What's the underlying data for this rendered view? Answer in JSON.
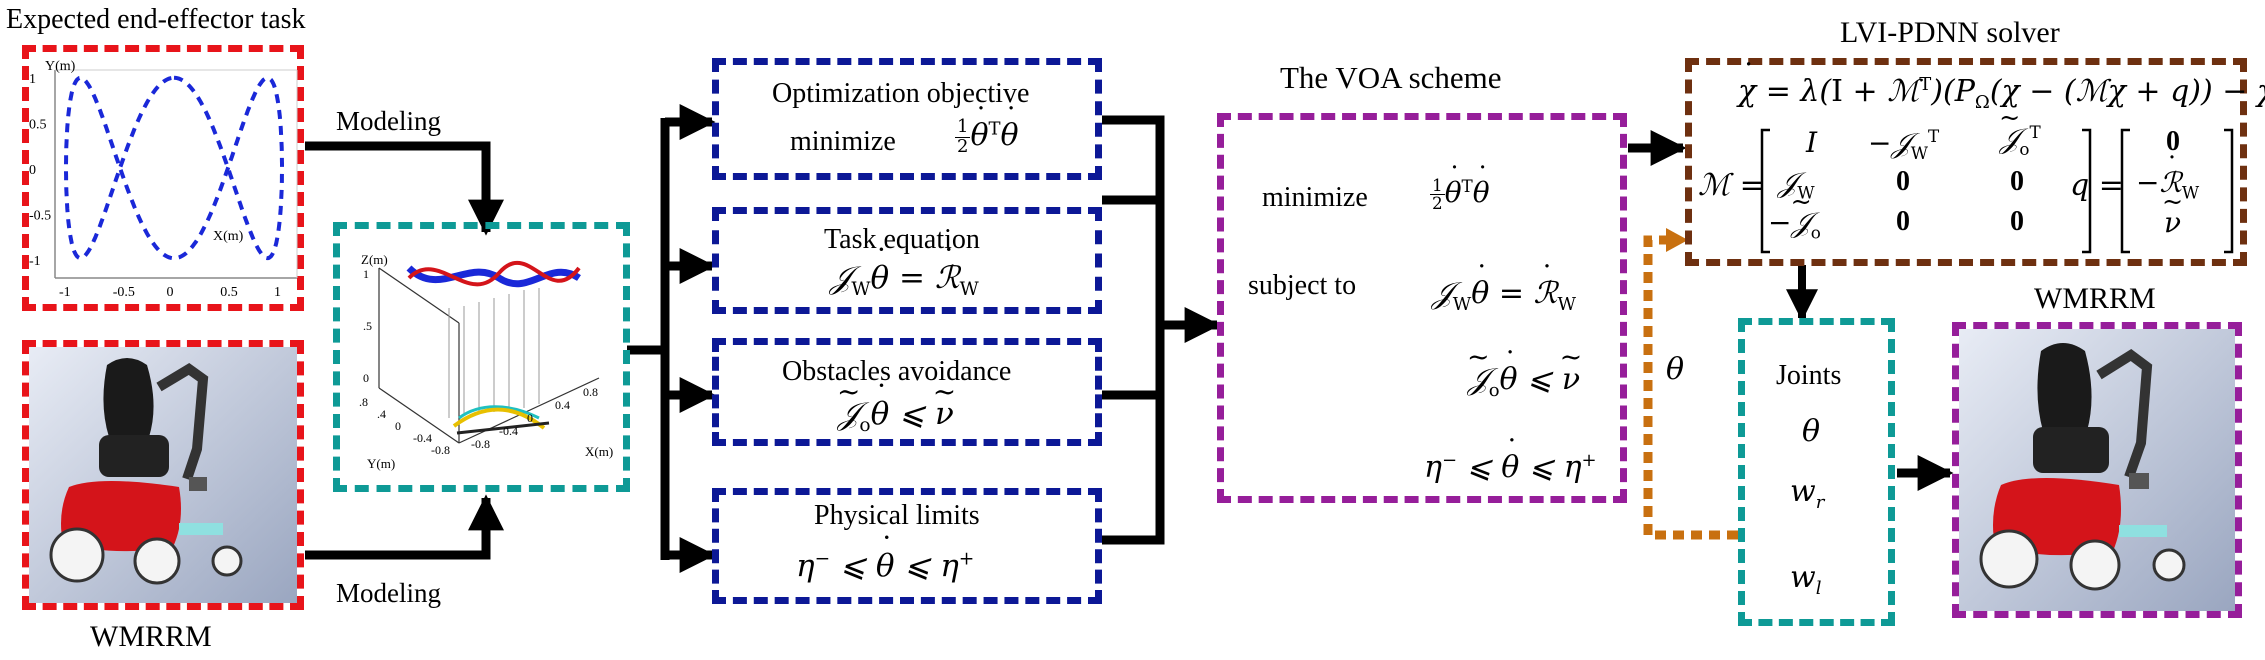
{
  "titles": {
    "expected_task": "Expected end-effector task",
    "voa_scheme": "The VOA scheme",
    "solver": "LVI-PDNN solver",
    "wmrrm_left": "WMRRM",
    "wmrrm_right": "WMRRM"
  },
  "arrows": {
    "modeling_top": "Modeling",
    "modeling_bottom": "Modeling",
    "theta_feedback": "θ"
  },
  "objectives": {
    "optimization": {
      "title": "Optimization objective",
      "prefix": "minimize"
    },
    "task": {
      "title": "Task equation"
    },
    "obstacles": {
      "title": "Obstacles avoidance"
    },
    "limits": {
      "title": "Physical limits"
    }
  },
  "voa": {
    "minimize": "minimize",
    "subject_to": "subject to"
  },
  "joints": {
    "title": "Joints",
    "theta": "θ",
    "wr": "w",
    "wr_sub": "r",
    "wl": "w",
    "wl_sub": "l"
  },
  "task_plot": {
    "xlabel": "X(m)",
    "ylabel": "Y(m)",
    "xticks": [
      "-1",
      "-0.5",
      "0",
      "0.5",
      "1"
    ],
    "yticks": [
      "1",
      "0.5",
      "0",
      "-0.5",
      "-1"
    ]
  },
  "model_plot": {
    "zlabel": "Z(m)",
    "ylabel": "Y(m)",
    "xlabel": "X(m)",
    "zticks": [
      "1",
      ".5",
      "0"
    ],
    "yticks": [
      ".8",
      ".4",
      "0",
      "-0.4",
      "-0.8"
    ],
    "xticks": [
      "0.8",
      "0.4",
      "0",
      "-0.4",
      "-0.8"
    ]
  },
  "colors": {
    "red": "#e8141a",
    "teal": "#0e9a96",
    "navy": "#0c1896",
    "purple": "#961e9a",
    "brown": "#6e3010",
    "orange": "#c87010",
    "curve": "#1a28d8"
  }
}
